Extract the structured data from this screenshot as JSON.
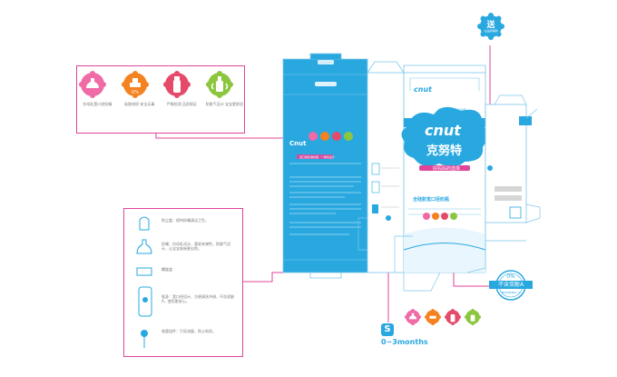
{
  "colors": {
    "accent_magenta": "#e0459a",
    "box_blue": "#29a8e0",
    "line_blue": "#7cc6ea",
    "flower_pink": "#f06aa5",
    "flower_orange": "#f58220",
    "flower_red": "#e64a6a",
    "flower_green": "#8cc63f"
  },
  "callout_features": {
    "items": [
      {
        "icon": "nipple-icon",
        "color": "#f06aa5",
        "caption": "仿母乳宽口径奶嘴"
      },
      {
        "icon": "lipstick-icon",
        "color": "#f58220",
        "caption": "硅胶材质 安全无毒"
      },
      {
        "icon": "bottle-icon",
        "color": "#e64a6a",
        "caption": "严格检测 品质保证"
      },
      {
        "icon": "sippy-icon",
        "color": "#8cc63f",
        "caption": "防胀气设计 宝宝更舒适"
      }
    ]
  },
  "callout_parts": {
    "items": [
      {
        "icon": "nipple-cap-icon",
        "text": "防尘盖：保持奶嘴清洁卫生。"
      },
      {
        "icon": "nipple-icon",
        "text": "奶嘴：仿母乳设计，柔软有弹性，防胀气设计，让宝宝吸吮更自然。"
      },
      {
        "icon": "ring-icon",
        "text": "螺旋盖"
      },
      {
        "icon": "bottle-body-icon",
        "text": "瓶身：宽口径设计，方便清洗冲调，不含双酚A，使用更安心。"
      },
      {
        "icon": "straw-icon",
        "text": "吸管组件：引导流量，防止呛奶。"
      }
    ]
  },
  "box": {
    "brand_logo": "cnut",
    "brand_cn": "克努特",
    "product_title": "宽口径婴儿奶瓶",
    "subtitle": "好妈妈的选择",
    "side_title": "全硅胶宽口径奶瓶",
    "panel_label": "全硅胶宽口径奶瓶",
    "hero_line": "宽口径标准奶瓶 · 一体化设计"
  },
  "badge_gift": {
    "glyph": "送",
    "caption": "礼品奶嘴刷"
  },
  "badge_bpa": {
    "line1": "0%",
    "line2": "不含双酚A",
    "line3": "BISPHENOL A"
  },
  "size_badge": {
    "letter": "S",
    "caption": "0~3months"
  }
}
